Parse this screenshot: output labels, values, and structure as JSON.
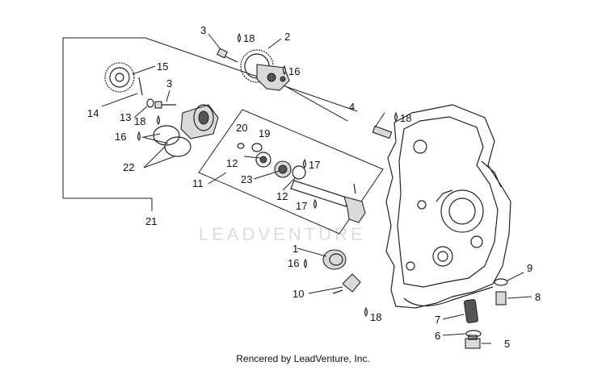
{
  "watermark": "LEADVENTURE",
  "footer": "Rencered by LeadVenture, Inc.",
  "labels": {
    "p1": "1",
    "p2": "2",
    "p3a": "3",
    "p3b": "3",
    "p4": "4",
    "p5": "5",
    "p6": "6",
    "p7": "7",
    "p8": "8",
    "p9": "9",
    "p10": "10",
    "p11": "11",
    "p12a": "12",
    "p12b": "12",
    "p13": "13",
    "p14": "14",
    "p15": "15",
    "p16a": "16",
    "p16b": "16",
    "p16c": "16",
    "p17a": "17",
    "p17b": "17",
    "p18a": "18",
    "p18b": "18",
    "p18c": "18",
    "p18d": "18",
    "p19": "19",
    "p20": "20",
    "p21": "21",
    "p22": "22",
    "p23": "23"
  }
}
